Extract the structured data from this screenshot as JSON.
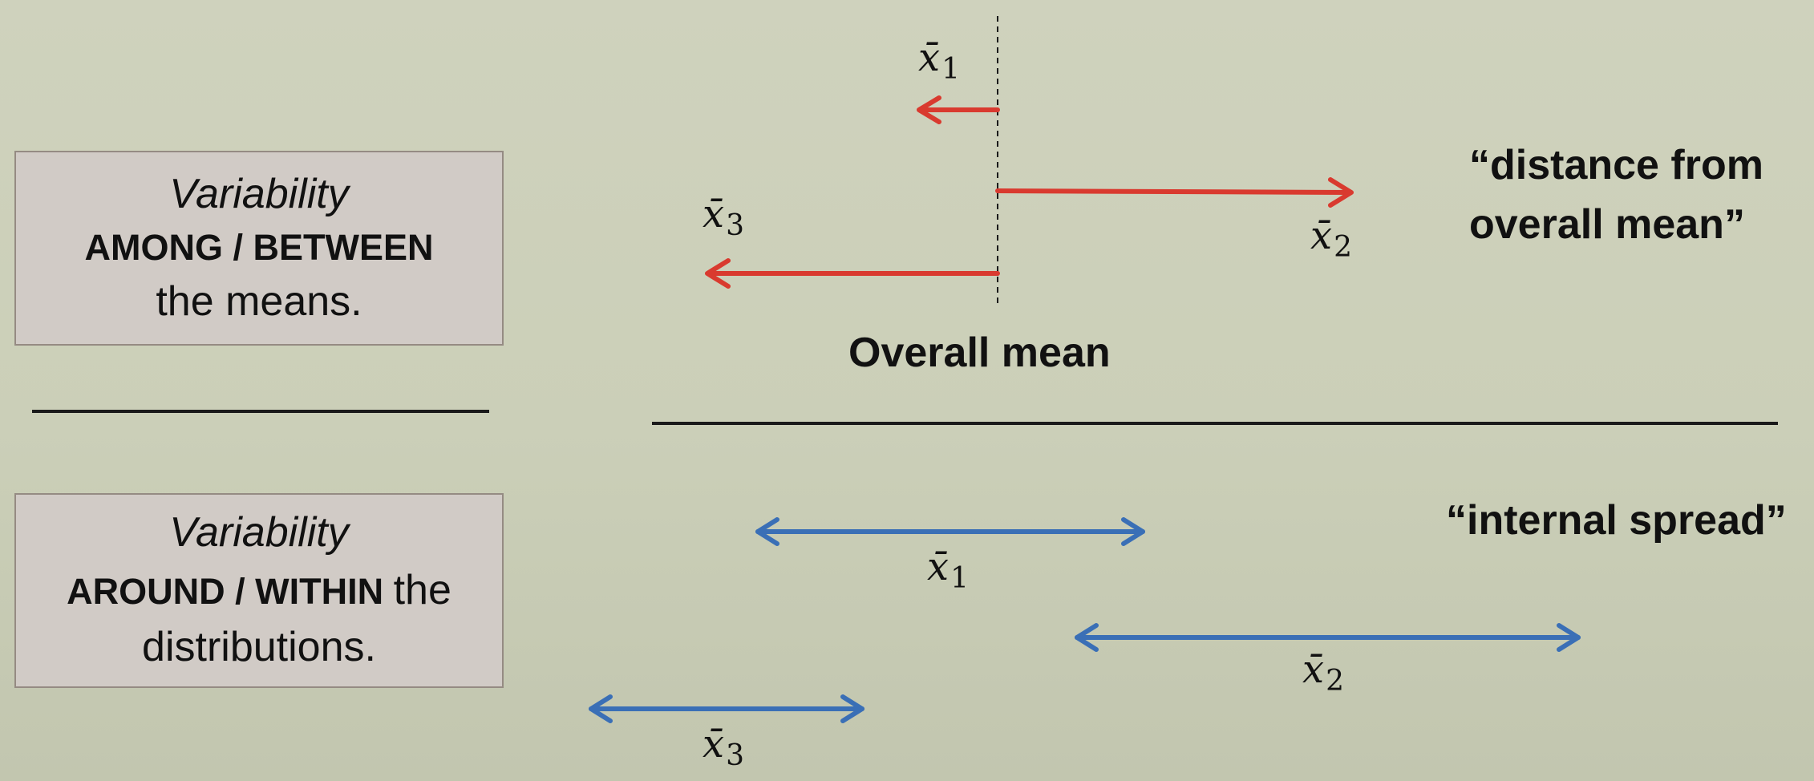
{
  "top_box": {
    "line1": "Variability",
    "line2": "AMONG / BETWEEN",
    "line3": "the means."
  },
  "bottom_box": {
    "line1": "Variability",
    "line2_caps": "AROUND / WITHIN",
    "line2_tail": "the",
    "line3": "distributions."
  },
  "overall_mean_label": "Overall mean",
  "quote_top_line1": "“distance from",
  "quote_top_line2": "overall mean”",
  "quote_bottom": "“internal spread”",
  "mean_symbol": "x̄",
  "mean_subscripts": [
    "1",
    "2",
    "3"
  ],
  "colors": {
    "between_arrow": "#d93a2f",
    "within_arrow": "#3a6fb6",
    "background": "#cdd0ba",
    "box_fill": "#d1cbc6"
  }
}
